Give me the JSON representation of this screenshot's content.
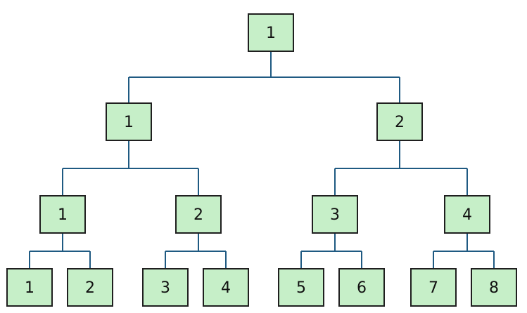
{
  "colors": {
    "node_fill": "#c6efc8",
    "node_border": "#1f1f1f",
    "connector": "#1f5a82",
    "text": "#111111"
  },
  "tree": {
    "root": {
      "label": "1"
    },
    "level1": [
      {
        "label": "1"
      },
      {
        "label": "2"
      }
    ],
    "level2": [
      {
        "label": "1"
      },
      {
        "label": "2"
      },
      {
        "label": "3"
      },
      {
        "label": "4"
      }
    ],
    "level3": [
      {
        "label": "1"
      },
      {
        "label": "2"
      },
      {
        "label": "3"
      },
      {
        "label": "4"
      },
      {
        "label": "5"
      },
      {
        "label": "6"
      },
      {
        "label": "7"
      },
      {
        "label": "8"
      }
    ]
  }
}
